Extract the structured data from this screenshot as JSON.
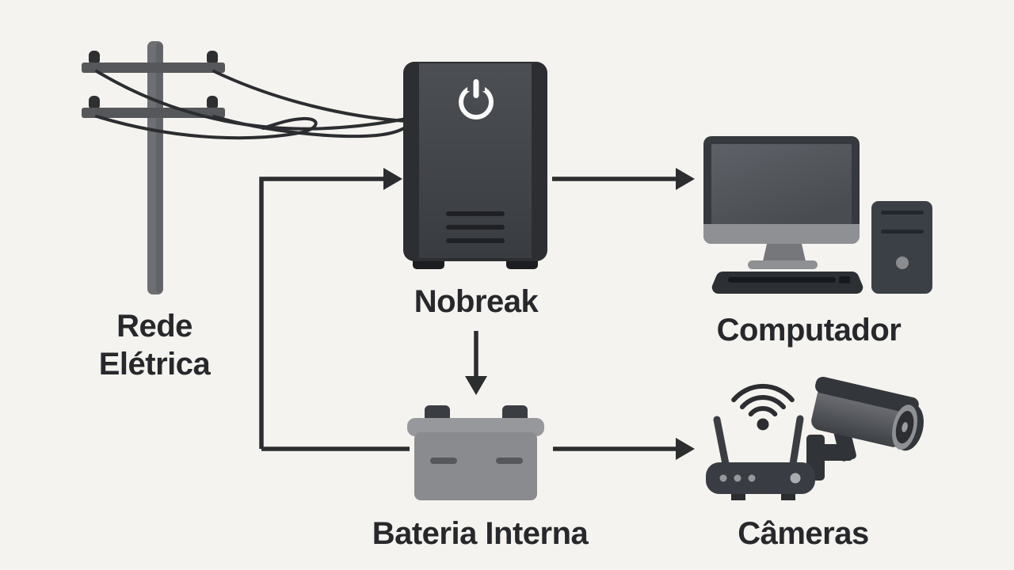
{
  "diagram_type": "flow-illustration",
  "language": "pt-BR",
  "colors": {
    "background": "#f5f3ef",
    "arrow": "#2b2d2f",
    "text": "#26282b",
    "pole_gray": "#6e6f72",
    "crossarm_gray": "#56575a",
    "device_dark": "#2c2e32",
    "device_face": "#45484d",
    "battery_gray": "#8a8b8e",
    "battery_cap": "#97989b",
    "monitor_bezel": "#8e9094",
    "power_icon": "#fafafa"
  },
  "nodes": {
    "rede_eletrica": {
      "label": "Rede Elétrica",
      "icon": "utility-pole-icon"
    },
    "nobreak": {
      "label": "Nobreak",
      "icon": "ups-tower-icon"
    },
    "computador": {
      "label": "Computador",
      "icon": "desktop-computer-icon"
    },
    "bateria_interna": {
      "label": "Bateria Interna",
      "icon": "battery-icon"
    },
    "cameras": {
      "label": "Câmeras",
      "icon": "wifi-router-cctv-icon"
    }
  },
  "edges": [
    {
      "from": "rede_eletrica",
      "to": "nobreak",
      "arrowhead": true
    },
    {
      "from": "rede_eletrica",
      "to": "bateria_interna",
      "arrowhead": false
    },
    {
      "from": "nobreak",
      "to": "computador",
      "arrowhead": true
    },
    {
      "from": "nobreak",
      "to": "bateria_interna",
      "arrowhead": true
    },
    {
      "from": "bateria_interna",
      "to": "cameras",
      "arrowhead": true
    }
  ]
}
